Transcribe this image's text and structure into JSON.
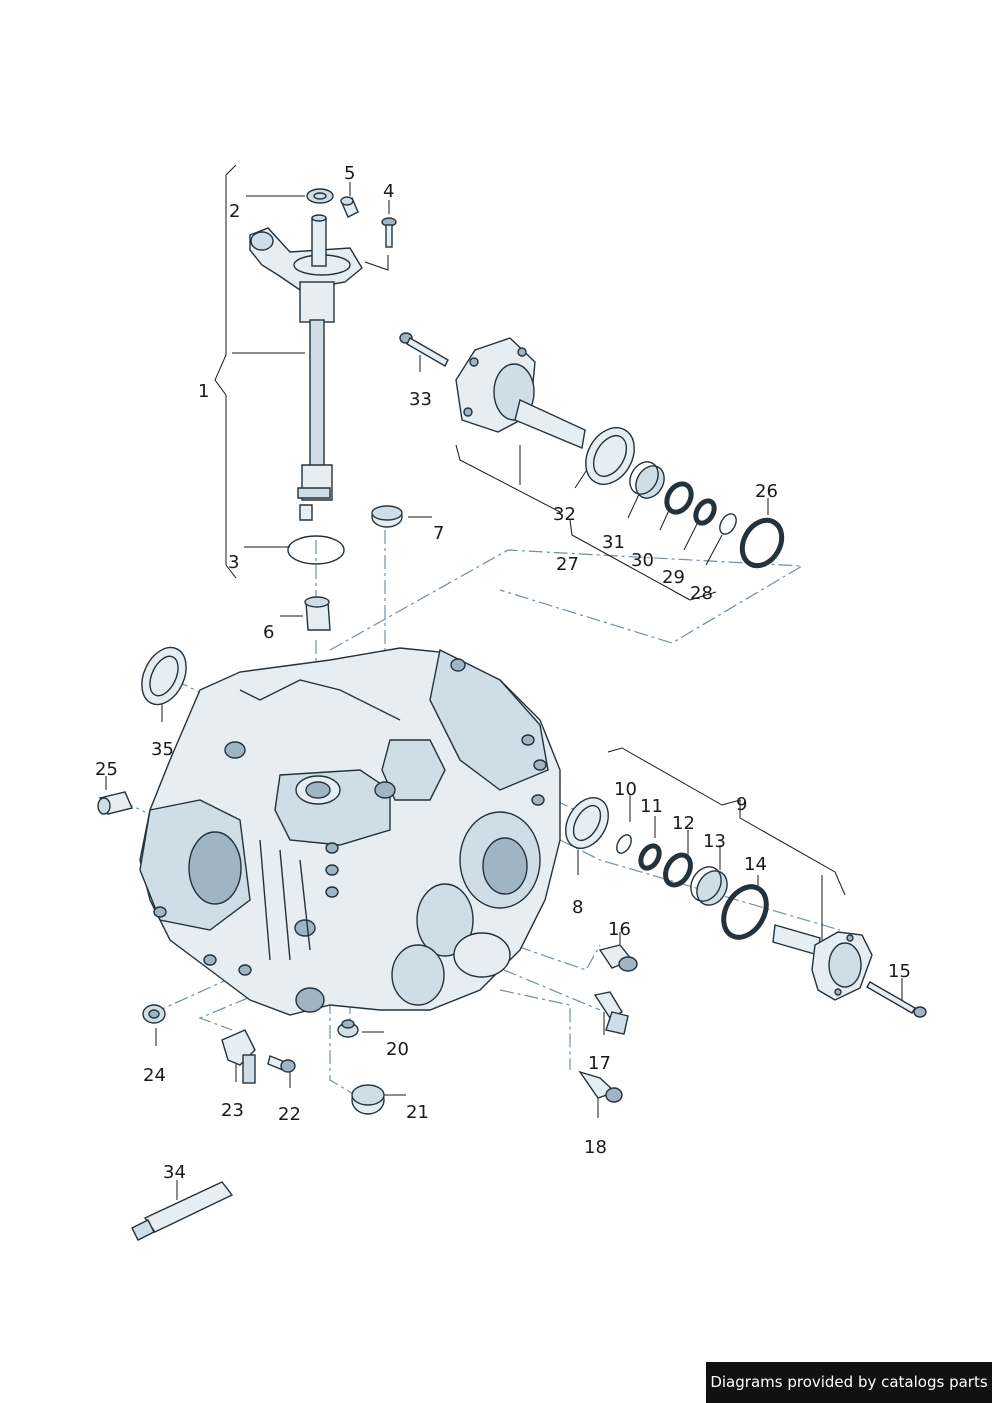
{
  "credit": "Diagrams provided by catalogs parts",
  "labels": [
    "1",
    "2",
    "3",
    "4",
    "5",
    "6",
    "7",
    "8",
    "9",
    "10",
    "11",
    "12",
    "13",
    "14",
    "15",
    "16",
    "17",
    "18",
    "20",
    "21",
    "22",
    "23",
    "24",
    "25",
    "26",
    "27",
    "28",
    "29",
    "30",
    "31",
    "32",
    "33",
    "34",
    "35"
  ]
}
